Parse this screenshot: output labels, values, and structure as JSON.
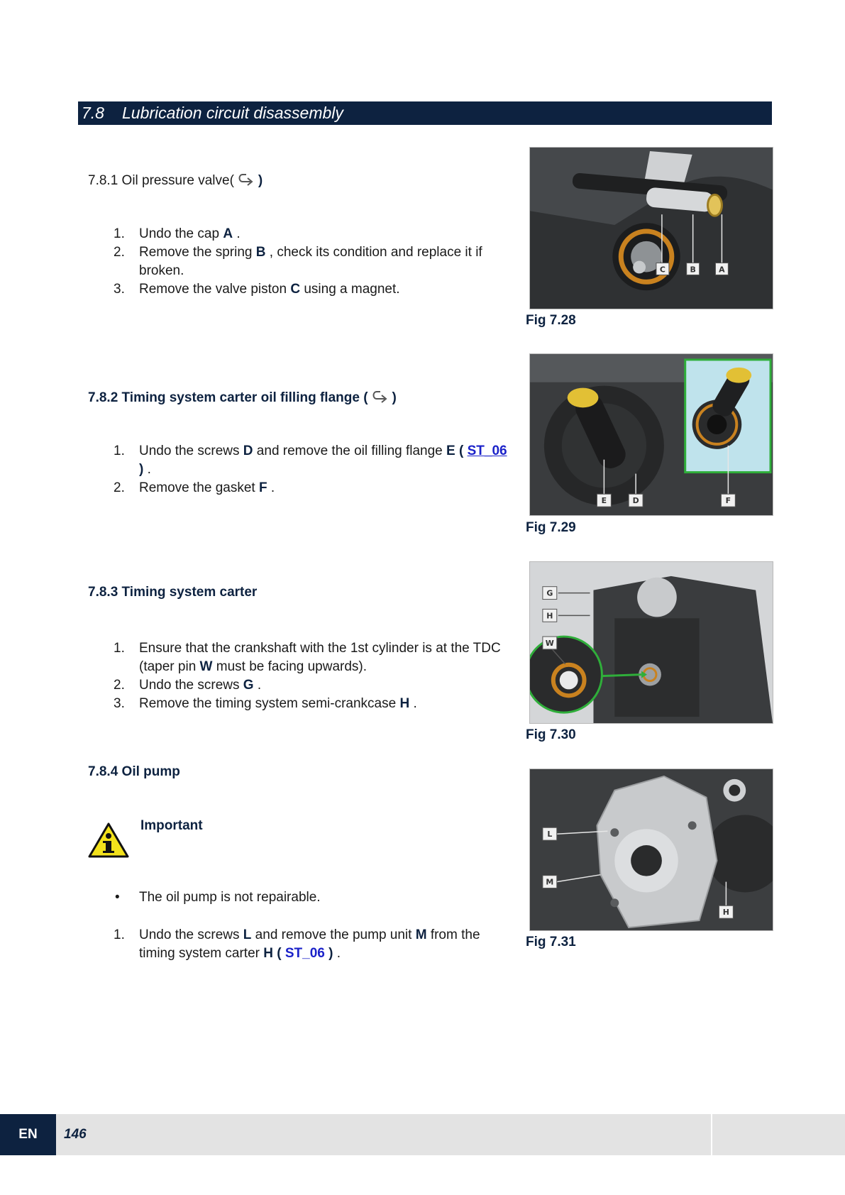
{
  "section": {
    "number": "7.8",
    "title": "Lubrication circuit disassembly"
  },
  "s781": {
    "prefix": "7.8.1 Oil pressure valve(",
    "suffix": ")",
    "steps": [
      {
        "n": "1.",
        "pre": "Undo the cap ",
        "bold": "A",
        "post": " ."
      },
      {
        "n": "2.",
        "pre": "Remove the spring ",
        "bold": "B",
        "post": " , check its condition and replace it if broken."
      },
      {
        "n": "3.",
        "pre": "Remove the valve piston ",
        "bold": "C",
        "post": " using a magnet."
      }
    ]
  },
  "s782": {
    "prefix": "7.8.2 Timing system carter oil filling flange (",
    "suffix": ")",
    "step1": {
      "n": "1.",
      "pre": "Undo the screws ",
      "b1": "D",
      "mid": " and remove the oil filling flange ",
      "b2": "E (",
      "link": "ST_06",
      "b3": ")",
      "post": " ."
    },
    "step2": {
      "n": "2.",
      "pre": "Remove the gasket ",
      "bold": "F",
      "post": " ."
    }
  },
  "s783": {
    "title": "7.8.3 Timing system carter",
    "step1": {
      "n": "1.",
      "pre": "Ensure that the crankshaft with the 1st cylinder is at the TDC (taper pin ",
      "bold": "W",
      "post": " must be facing upwards)."
    },
    "step2": {
      "n": "2.",
      "pre": "Undo the screws ",
      "bold": "G",
      "post": " ."
    },
    "step3": {
      "n": "3.",
      "pre": "Remove the timing system semi-crankcase ",
      "bold": "H",
      "post": " ."
    }
  },
  "s784": {
    "title": "7.8.4 Oil pump",
    "important": "Important",
    "bullet": "The oil pump is not repairable.",
    "step1": {
      "n": "1.",
      "pre": "Undo the screws ",
      "b1": "L",
      "mid": " and remove the pump unit ",
      "b2": "M",
      "mid2": " from the timing system carter ",
      "b3": "H (",
      "link": "ST_06",
      "b4": ")",
      "post": " ."
    }
  },
  "figures": [
    {
      "caption": "Fig 7.28",
      "callouts": [
        "C",
        "B",
        "A"
      ]
    },
    {
      "caption": "Fig 7.29",
      "callouts": [
        "E",
        "D",
        "F"
      ]
    },
    {
      "caption": "Fig 7.30",
      "callouts": [
        "G",
        "H",
        "W"
      ]
    },
    {
      "caption": "Fig 7.31",
      "callouts": [
        "L",
        "M",
        "H"
      ]
    }
  ],
  "footer": {
    "lang": "EN",
    "page": "146"
  },
  "colors": {
    "navy": "#0d2240",
    "link": "#1b22c9",
    "footer_bg": "#e3e3e3",
    "highlight_green": "#2fae3a",
    "gasket_orange": "#c9821f"
  },
  "icons": [
    "reference-hook-icon",
    "warning-info-icon"
  ]
}
